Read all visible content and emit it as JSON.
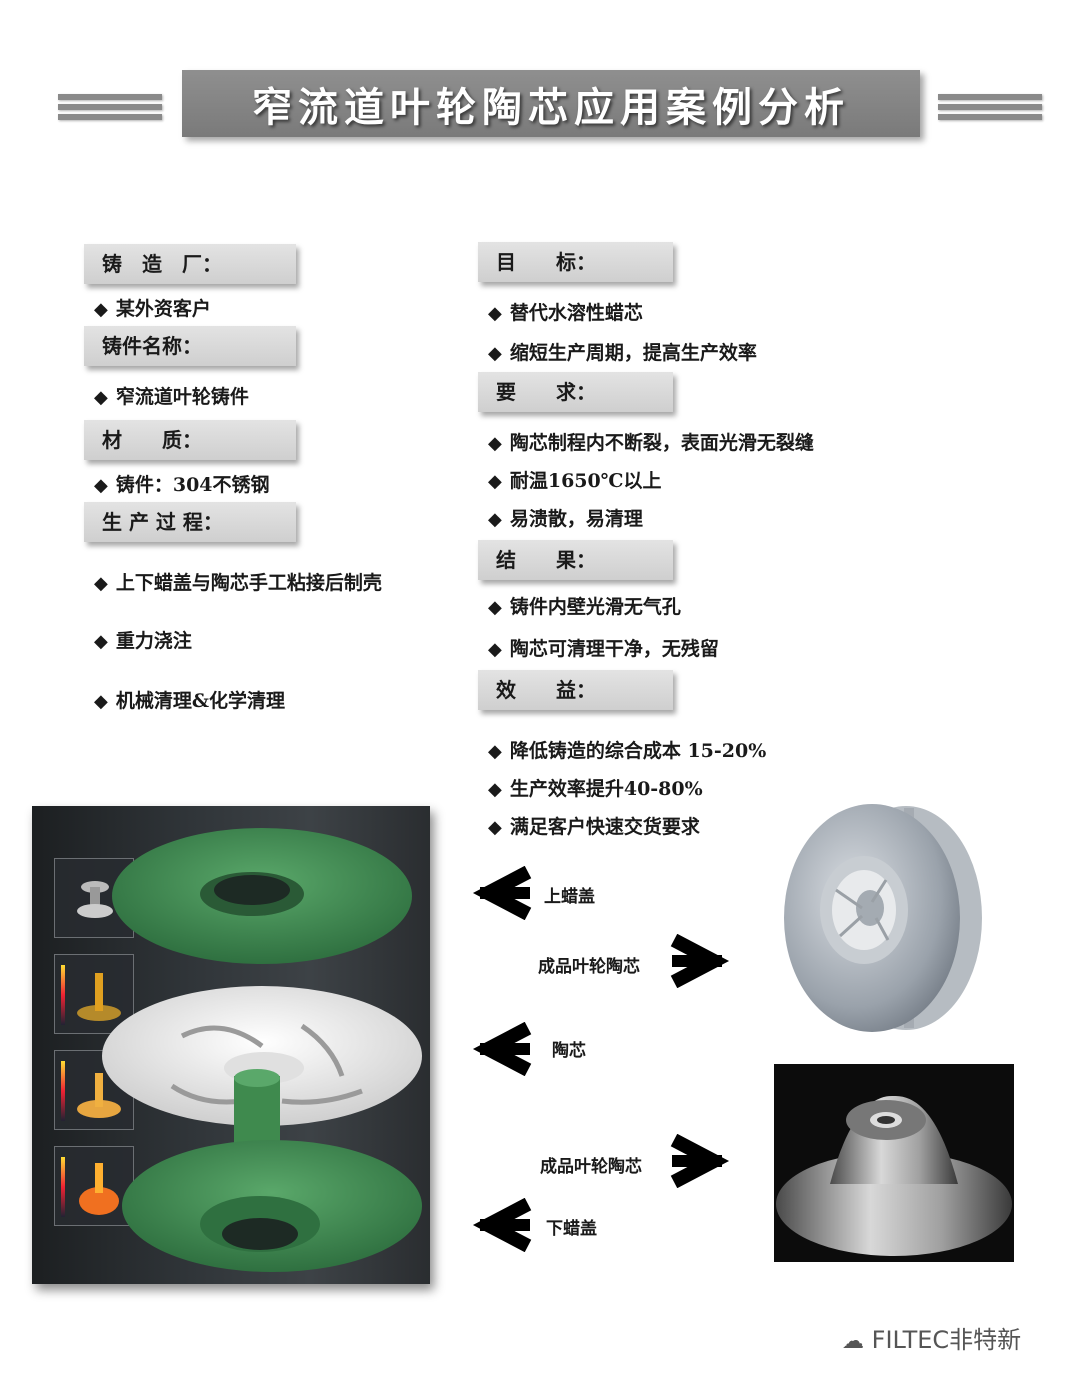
{
  "title": "窄流道叶轮陶芯应用案例分析",
  "left": {
    "foundry_label": "铸　造　厂：",
    "foundry_value": "某外资客户",
    "casting_label": "铸件名称：",
    "casting_value": "窄流道叶轮铸件",
    "material_label": "材　　质：",
    "material_value": "铸件：304不锈钢",
    "process_label": "生 产 过 程：",
    "process_items": [
      "上下蜡盖与陶芯手工粘接后制壳",
      "重力浇注",
      "机械清理&化学清理"
    ]
  },
  "right": {
    "goal_label": "目　　标：",
    "goal_items": [
      "替代水溶性蜡芯",
      "缩短生产周期，提高生产效率"
    ],
    "requirement_label": "要　　求：",
    "requirement_items": [
      "陶芯制程内不断裂，表面光滑无裂缝",
      "耐温1650℃以上",
      "易溃散，易清理"
    ],
    "result_label": "结　　果：",
    "result_items": [
      "铸件内壁光滑无气孔",
      "陶芯可清理干净，无残留"
    ],
    "benefit_label": "效　　益：",
    "benefit_items": [
      "降低铸造的综合成本 15-20%",
      "生产效率提升40-80%",
      "满足客户快速交货要求"
    ]
  },
  "bullet": "◆",
  "arrows": {
    "upper_wax_cover": "上蜡盖",
    "finished_impeller_core_1": "成品叶轮陶芯",
    "ceramic_core": "陶芯",
    "finished_impeller_core_2": "成品叶轮陶芯",
    "lower_wax_cover": "下蜡盖"
  },
  "watermark": "FILTEC非特新",
  "colors": {
    "title_bar": "#858585",
    "label_bg": "#d9d9d9",
    "wax_green": "#3f8a4e",
    "ceramic_white": "#eeeeee"
  }
}
